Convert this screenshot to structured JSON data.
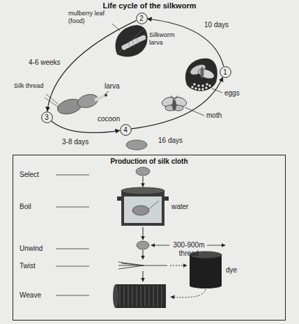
{
  "diagram": {
    "title": "Life cycle of the silkworm",
    "nodes": [
      {
        "text": [
          "1"
        ]
      },
      {
        "text": [
          "2"
        ]
      },
      {
        "text": [
          "3"
        ]
      },
      {
        "text": [
          "4"
        ]
      },
      {
        "text": [
          "Production of silk cloth"
        ]
      }
    ],
    "edges": [
      {
        "from": 0,
        "to": 1,
        "label": "10 days",
        "arrow": "to"
      },
      {
        "from": 1,
        "to": 2,
        "label": "4-6 weeks",
        "arrow": "to"
      },
      {
        "from": 2,
        "to": 3,
        "label": "3-8 days",
        "arrow": "to"
      },
      {
        "from": 3,
        "to": 0,
        "label": "16 days",
        "arrow": "to"
      }
    ],
    "labels": [
      "mulberry leaf (food)",
      "Silkworm larva",
      "eggs",
      "moth",
      "Silk thread",
      "larva",
      "cocoon",
      "Select",
      "Boil",
      "water",
      "Unwind",
      "300-900m thread",
      "Twist",
      "dye",
      "Weave"
    ]
  }
}
